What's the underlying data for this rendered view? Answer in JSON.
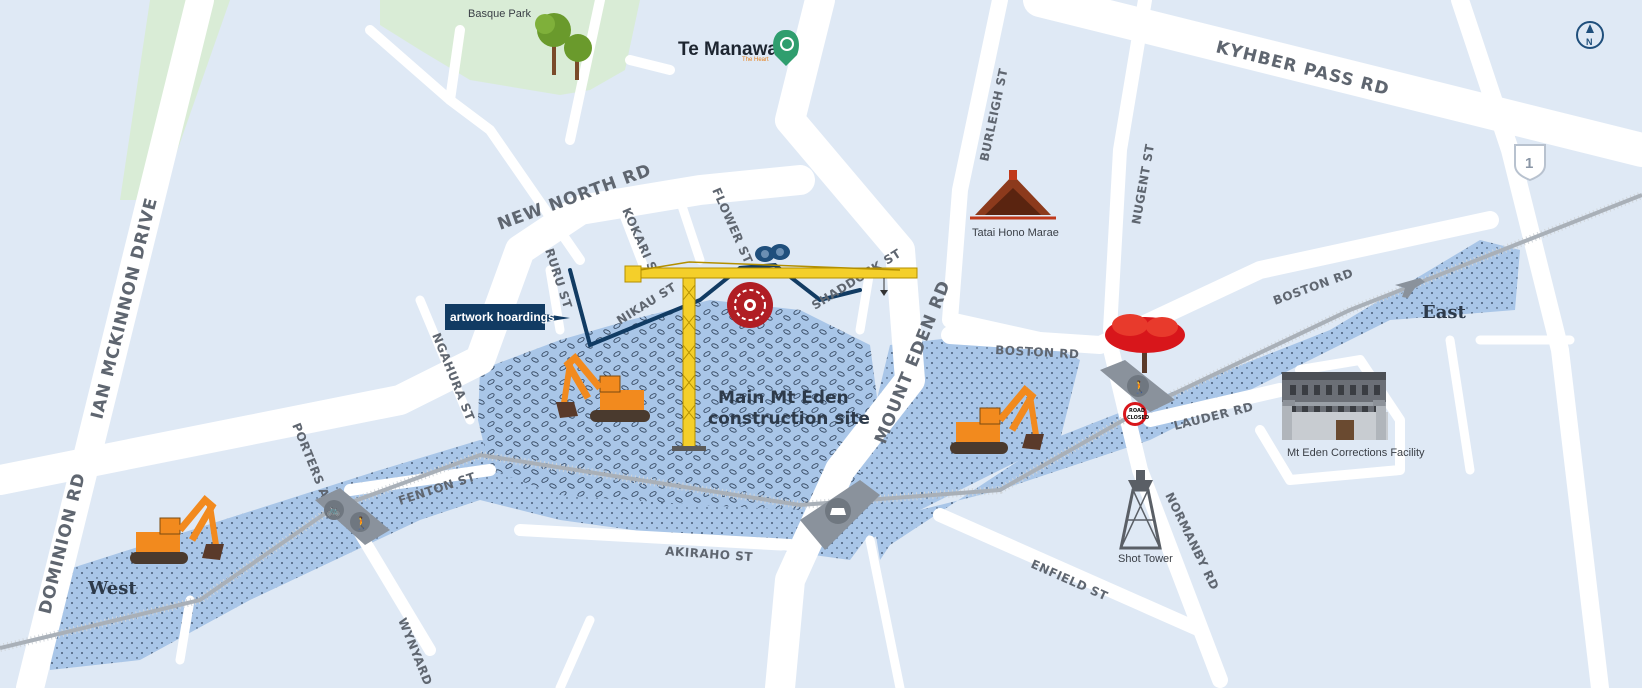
{
  "brand": {
    "name": "Te Manawa",
    "subtitle": "The Heart"
  },
  "roads": {
    "kyhber_pass": "KYHBER PASS RD",
    "new_north": "NEW NORTH RD",
    "ian_mckinnon": "IAN MCKINNON DRIVE",
    "dominion": "DOMINION RD",
    "mount_eden": "MOUNT EDEN RD",
    "ruru": "RURU ST",
    "kokari": "KOKARI ST",
    "flower": "FLOWER ST",
    "nikau": "NIKAU ST",
    "shaddock": "SHADDOCK ST",
    "ngahura": "NGAHURA ST",
    "porters": "PORTERS AVE",
    "fenton": "FENTON ST",
    "akiraho": "AKIRAHO ST",
    "wynyard": "WYNYARD RD",
    "burleigh": "BURLEIGH ST",
    "nugent": "NUGENT ST",
    "boston_w": "BOSTON RD",
    "boston_e": "BOSTON RD",
    "lauder": "LAUDER RD",
    "normanby": "NORMANBY RD",
    "enfield": "ENFIELD ST"
  },
  "places": {
    "basque_park": "Basque Park",
    "tatai_hono": "Tatai Hono Marae",
    "corrections": "Mt Eden Corrections Facility",
    "shot_tower": "Shot Tower"
  },
  "zones": {
    "west": "West",
    "east": "East",
    "main_line1": "Main Mt Eden",
    "main_line2": "construction site"
  },
  "callouts": {
    "artwork": "artwork hoardings"
  },
  "markers": {
    "highway": "1",
    "north": "N",
    "road_closed_line1": "ROAD",
    "road_closed_line2": "CLOSED"
  },
  "colors": {
    "background": "#dfe9f5",
    "construction_zone": "#a9c6e8",
    "road": "#ffffff",
    "park": "#d9ecd6",
    "crane": "#f4cf2a",
    "excavator": "#f28a1e",
    "callout": "#113b63",
    "tree_red": "#d8161b"
  }
}
